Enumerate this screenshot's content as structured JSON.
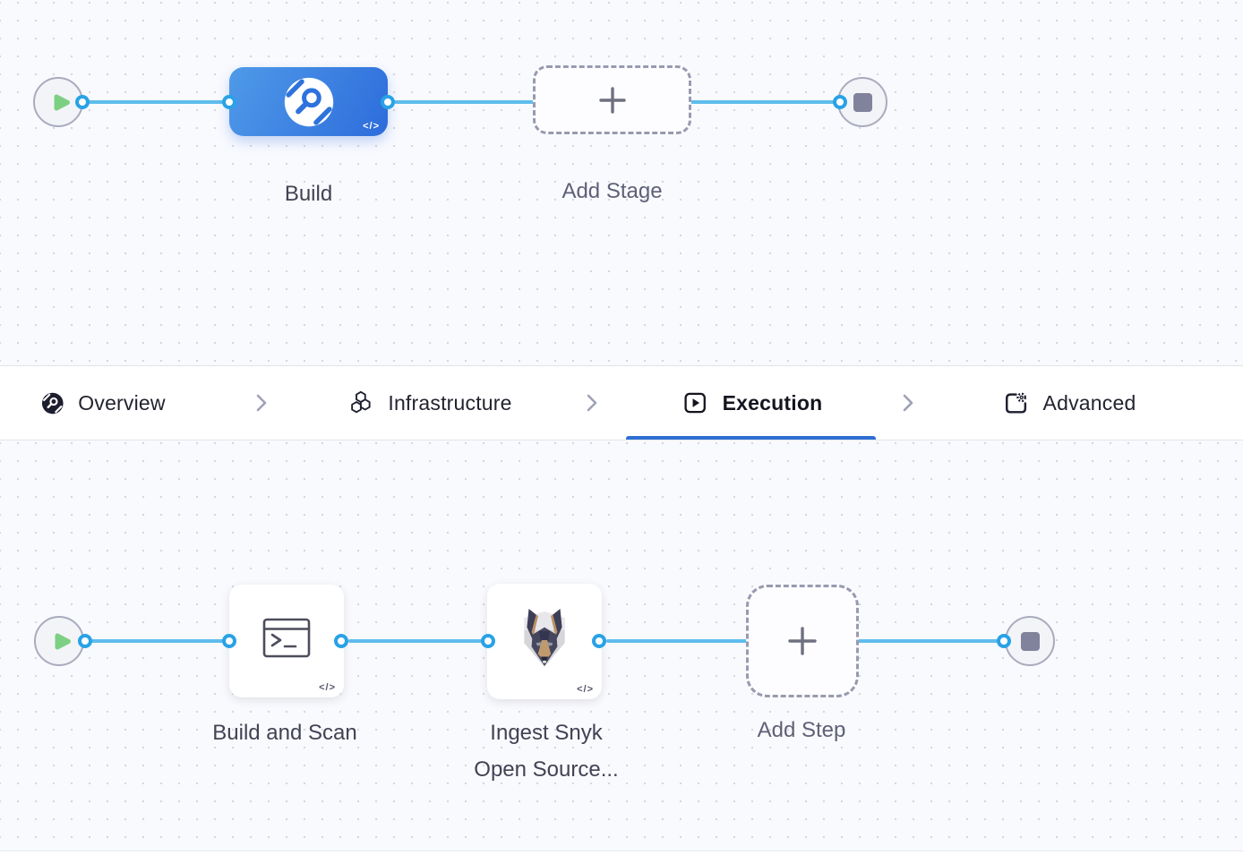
{
  "colors": {
    "edge_line": "#5ebdec",
    "connector_ring": "#29a2e6",
    "active_tab_underline": "#2e6ed3",
    "stage_node_gradient_start": "#4f9ae9",
    "stage_node_gradient_end": "#2d6cdb",
    "play_green": "#7dd083",
    "stop_gray": "#81829b",
    "canvas_background": "#f9fafe"
  },
  "stage_canvas": {
    "build_stage_label": "Build",
    "add_stage_label": "Add Stage",
    "code_badge": "</>"
  },
  "tabs": [
    {
      "label": "Overview",
      "icon": "ci-overview-icon",
      "active": false
    },
    {
      "label": "Infrastructure",
      "icon": "hexagons-icon",
      "active": false
    },
    {
      "label": "Execution",
      "icon": "execution-play-icon",
      "active": true
    },
    {
      "label": "Advanced",
      "icon": "box-gear-icon",
      "active": false
    }
  ],
  "step_canvas": {
    "build_scan_label": "Build and Scan",
    "snyk_label_line1": "Ingest Snyk",
    "snyk_label_line2": "Open Source...",
    "add_step_label": "Add Step",
    "code_badge_1": "</>",
    "code_badge_2": "</>"
  }
}
